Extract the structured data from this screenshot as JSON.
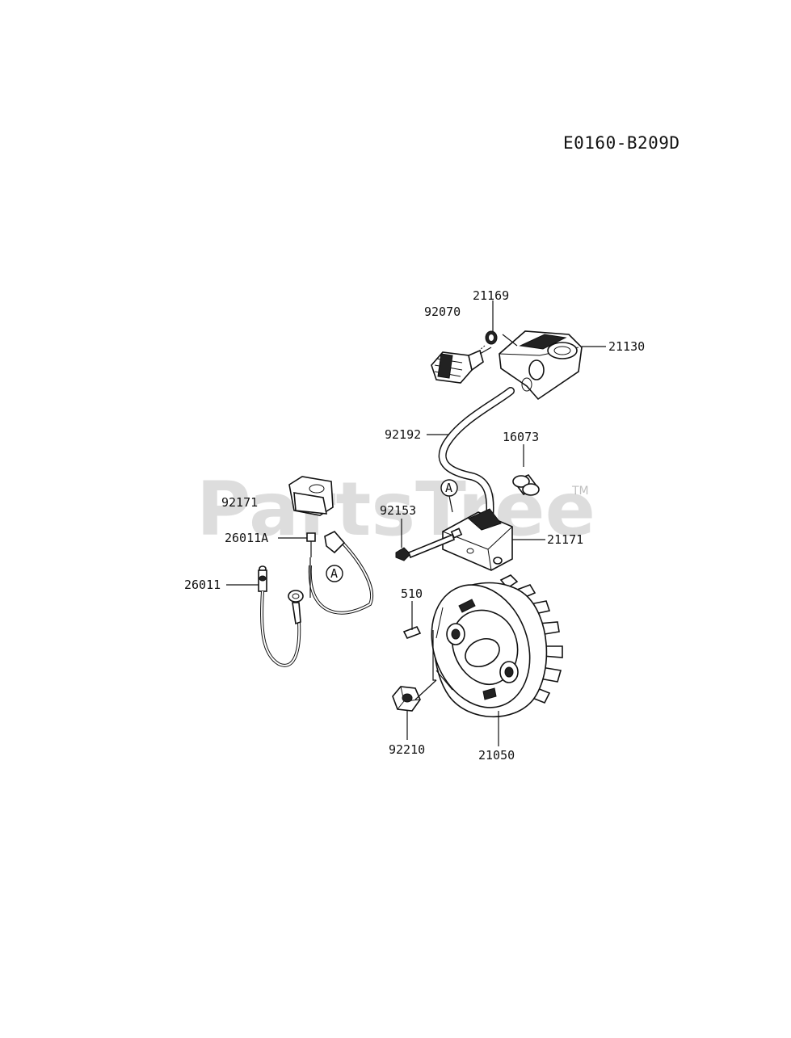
{
  "diagram_code": "E0160-B209D",
  "watermark": {
    "text": "PartsTree",
    "tm": "TM"
  },
  "callout_marker": "A",
  "parts": {
    "p21169": "21169",
    "p92070": "92070",
    "p21130": "21130",
    "p92192": "92192",
    "p16073": "16073",
    "p92171": "92171",
    "p92153": "92153",
    "p26011A": "26011A",
    "p21171": "21171",
    "p26011": "26011",
    "p510": "510",
    "p92210": "92210",
    "p21050": "21050"
  }
}
